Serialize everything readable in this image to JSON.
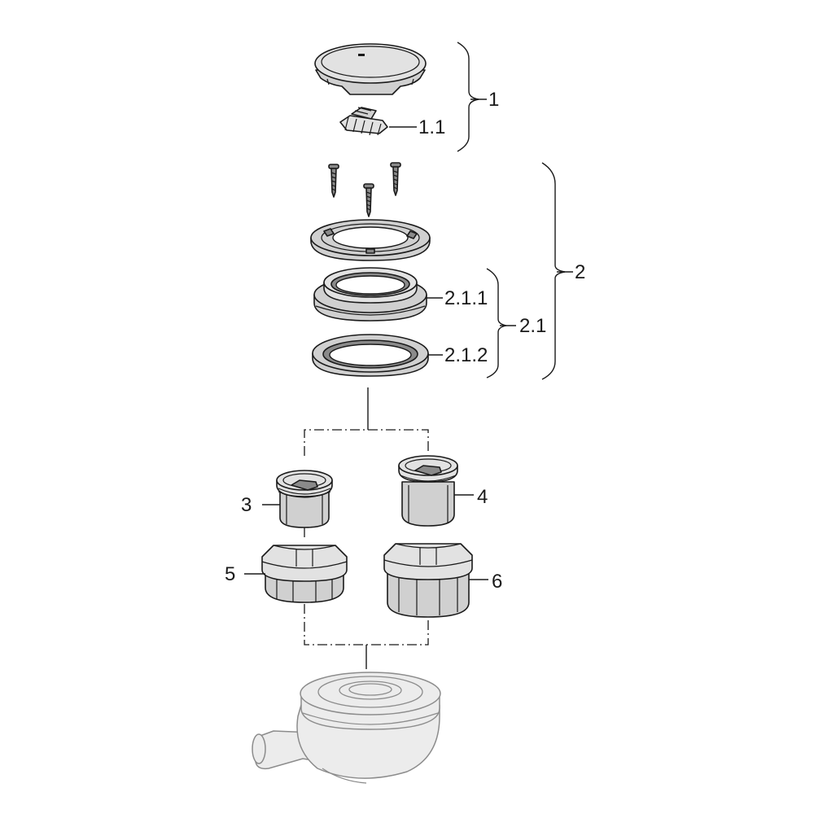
{
  "callouts": {
    "part_1": "1",
    "part_1_1": "1.1",
    "part_2": "2",
    "part_2_1": "2.1",
    "part_2_1_1": "2.1.1",
    "part_2_1_2": "2.1.2",
    "part_3": "3",
    "part_4": "4",
    "part_5": "5",
    "part_6": "6"
  },
  "colors": {
    "line": "#1a1a1a",
    "part_fill": "#d0d0d0",
    "ghost_fill": "#ececec",
    "ghost_line": "#8c8c8c"
  }
}
